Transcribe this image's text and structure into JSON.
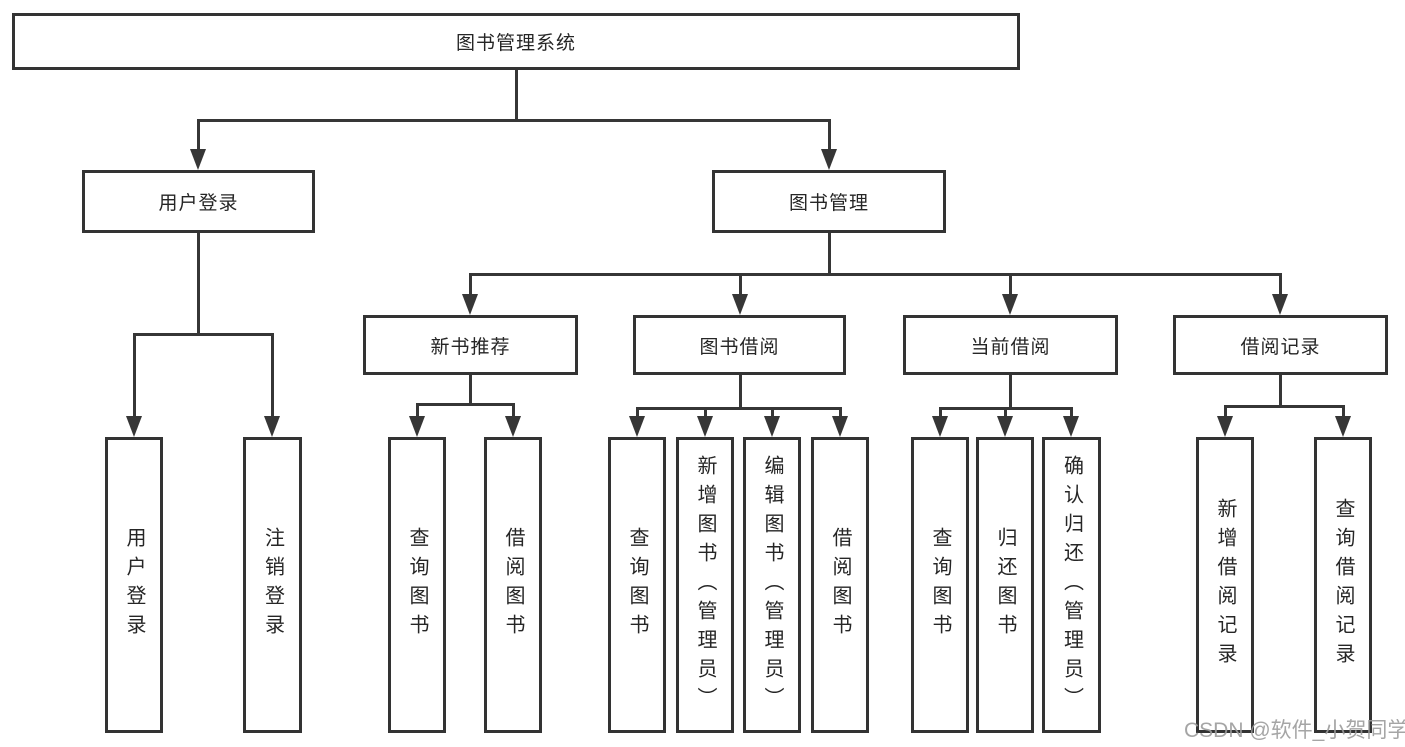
{
  "nodes": {
    "root": {
      "label": "图书管理系统"
    },
    "login": {
      "label": "用户登录"
    },
    "management": {
      "label": "图书管理"
    },
    "new_books": {
      "label": "新书推荐"
    },
    "book_borrow": {
      "label": "图书借阅"
    },
    "current_borrow": {
      "label": "当前借阅"
    },
    "borrow_records": {
      "label": "借阅记录"
    },
    "login_children": [
      {
        "label": "用户登录"
      },
      {
        "label": "注销登录"
      }
    ],
    "new_books_children": [
      {
        "label": "查询图书"
      },
      {
        "label": "借阅图书"
      }
    ],
    "book_borrow_children": [
      {
        "label": "查询图书"
      },
      {
        "label": "新增图书（管理员）"
      },
      {
        "label": "编辑图书（管理员）"
      },
      {
        "label": "借阅图书"
      }
    ],
    "current_borrow_children": [
      {
        "label": "查询图书"
      },
      {
        "label": "归还图书"
      },
      {
        "label": "确认归还（管理员）"
      }
    ],
    "borrow_records_children": [
      {
        "label": "新增借阅记录"
      },
      {
        "label": "查询借阅记录"
      }
    ]
  },
  "watermark": {
    "text": "CSDN @软件_小贺同学"
  },
  "colors": {
    "line": "#363636",
    "border": "#333333",
    "text": "#262626",
    "watermark": "#9c9c9c",
    "background": "#ffffff"
  }
}
